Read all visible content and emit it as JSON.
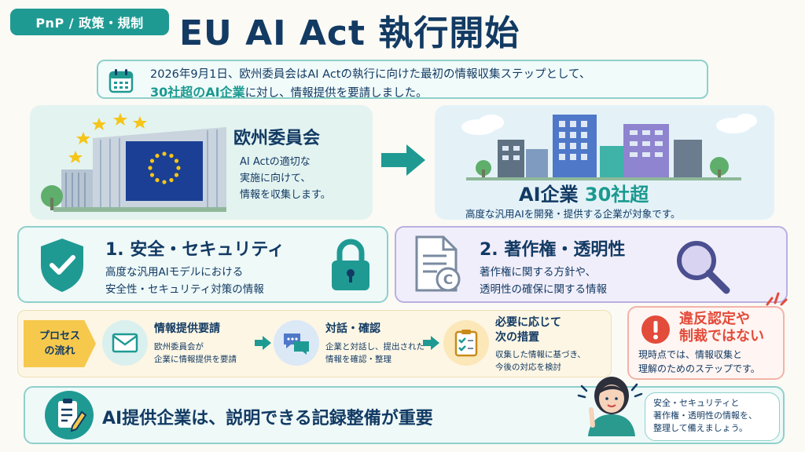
{
  "header": {
    "tag": "PnP / 政策・規制",
    "title": "EU AI Act 執行開始"
  },
  "intro": {
    "line1": "2026年9月1日、欧州委員会はAI Actの執行に向けた最初の情報収集ステップとして、",
    "line2_highlight": "30社超のAI企業",
    "line2_rest": "に対し、情報提供を要請しました。"
  },
  "commission": {
    "title": "欧州委員会",
    "description": "AI Actの適切な\n実施に向けて、\n情報を収集します。"
  },
  "companies": {
    "title_prefix": "AI企業",
    "title_count": "30社超",
    "description": "高度な汎用AIを開発・提供する企業が対象です。"
  },
  "categories": [
    {
      "title": "1. 安全・セキュリティ",
      "description": "高度な汎用AIモデルにおける\n安全性・セキュリティ対策の情報"
    },
    {
      "title": "2. 著作権・透明性",
      "description": "著作権に関する方針や、\n透明性の確保に関する情報"
    }
  ],
  "process": {
    "label": "プロセス\nの流れ",
    "steps": [
      {
        "title": "情報提供要請",
        "description": "欧州委員会が\n企業に情報提供を要請"
      },
      {
        "title": "対話・確認",
        "description": "企業と対話し、提出された\n情報を確認・整理"
      },
      {
        "title": "必要に応じて\n次の措置",
        "description": "収集した情報に基づき、\n今後の対応を検討"
      }
    ]
  },
  "notice": {
    "title": "違反認定や\n制裁ではない",
    "description": "現時点では、情報収集と\n理解のためのステップです。"
  },
  "bottom": {
    "message": "AI提供企業は、説明できる記録整備が重要",
    "bubble": "安全・セキュリティと\n著作権・透明性の情報を、\n整理して備えましょう。"
  },
  "colors": {
    "navy": "#123a63",
    "teal": "#1f9a93",
    "orange": "#f6c84c",
    "red": "#e34b3a",
    "purple": "#7a6fc0"
  }
}
